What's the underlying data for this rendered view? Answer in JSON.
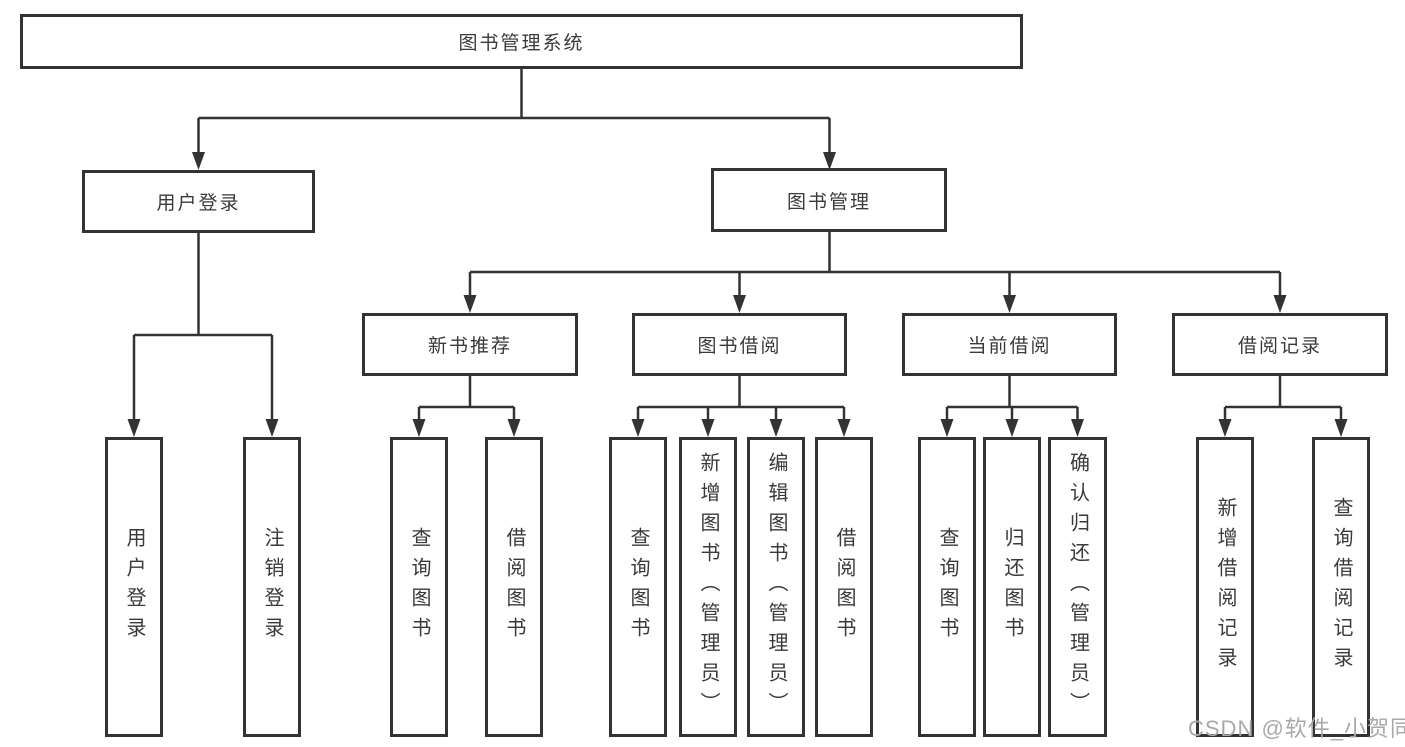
{
  "diagram": {
    "title_node": "图书管理系统",
    "colors": {
      "line": "#333333",
      "box_border": "#333333",
      "text": "#3a3a3a",
      "watermark": "#a9a9a9",
      "background": "#ffffff"
    }
  },
  "nodes": {
    "root": "图书管理系统",
    "user_login": "用户登录",
    "book_management": "图书管理",
    "new_book_recommend": "新书推荐",
    "book_borrowing": "图书借阅",
    "current_borrowing": "当前借阅",
    "borrowing_records": "借阅记录",
    "leaf_user_login": "用户登录",
    "leaf_logout": "注销登录",
    "leaf_nb_query_books": "查询图书",
    "leaf_nb_borrow_books": "借阅图书",
    "leaf_bb_query_books": "查询图书",
    "leaf_bb_add_books_admin": "新增图书（管理员）",
    "leaf_bb_edit_books_admin": "编辑图书（管理员）",
    "leaf_bb_borrow_books": "借阅图书",
    "leaf_cb_query_books": "查询图书",
    "leaf_cb_return_books": "归还图书",
    "leaf_cb_confirm_return_admin": "确认归还（管理员）",
    "leaf_br_add_record": "新增借阅记录",
    "leaf_br_query_record": "查询借阅记录"
  },
  "watermark": "CSDN @软件_小贺同学"
}
